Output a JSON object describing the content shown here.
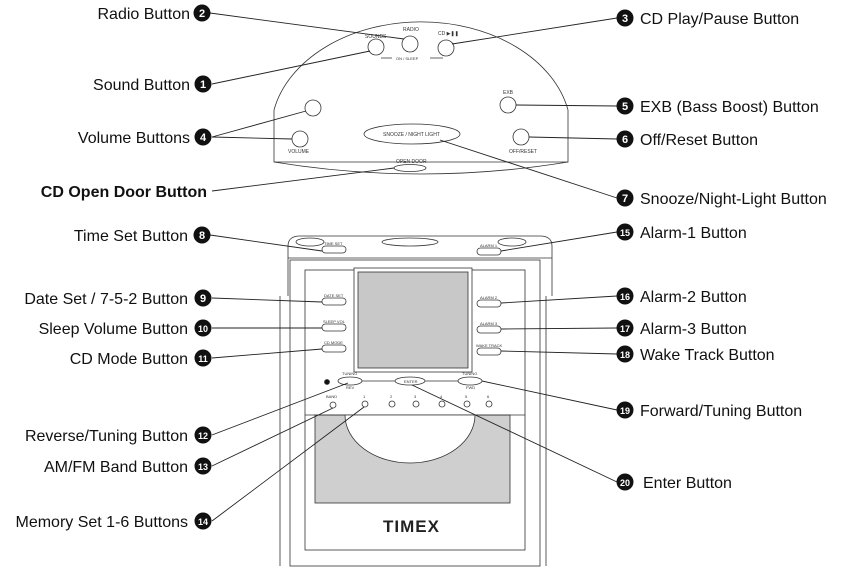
{
  "callouts": [
    {
      "num": "2",
      "label": "Radio Button"
    },
    {
      "num": "1",
      "label": "Sound Button"
    },
    {
      "num": "4",
      "label": "Volume Buttons"
    },
    {
      "num": "",
      "label": "CD Open Door Button"
    },
    {
      "num": "3",
      "label": "CD Play/Pause Button"
    },
    {
      "num": "5",
      "label": "EXB (Bass Boost) Button"
    },
    {
      "num": "6",
      "label": "Off/Reset Button"
    },
    {
      "num": "7",
      "label": "Snooze/Night-Light Button"
    },
    {
      "num": "8",
      "label": "Time Set Button"
    },
    {
      "num": "9",
      "label": "Date Set / 7-5-2 Button"
    },
    {
      "num": "10",
      "label": "Sleep Volume Button"
    },
    {
      "num": "11",
      "label": "CD Mode Button"
    },
    {
      "num": "12",
      "label": "Reverse/Tuning Button"
    },
    {
      "num": "13",
      "label": "AM/FM Band Button"
    },
    {
      "num": "14",
      "label": "Memory Set 1-6 Buttons"
    },
    {
      "num": "15",
      "label": "Alarm-1 Button"
    },
    {
      "num": "16",
      "label": "Alarm-2 Button"
    },
    {
      "num": "17",
      "label": "Alarm-3 Button"
    },
    {
      "num": "18",
      "label": "Wake Track Button"
    },
    {
      "num": "19",
      "label": "Forward/Tuning Button"
    },
    {
      "num": "20",
      "label": "Enter Button"
    }
  ],
  "device_labels": {
    "radio": "RADIO",
    "sounds": "SOUNDS",
    "cd": "CD ▶❚❚",
    "on_sleep": "ON / SLEEP",
    "exb": "EXB",
    "volume": "VOLUME",
    "snooze": "SNOOZE / NIGHT LIGHT",
    "off_reset": "OFF/RESET",
    "open_door": "OPEN DOOR",
    "time_set": "TIME SET",
    "date_set": "DATE SET",
    "sleep_vol": "SLEEP VOL",
    "cd_mode": "CD MODE",
    "alarm1": "ALARM 1",
    "alarm2": "ALARM 2",
    "alarm3": "ALARM 3",
    "wake_track": "WAKE TRACK",
    "tuning_left": "TUNING",
    "rev": "REV",
    "enter": "ENTER",
    "tuning_right": "TUNING",
    "fwd": "FWD",
    "band": "BAND",
    "presets": [
      "1",
      "2",
      "3",
      "4",
      "5",
      "6"
    ]
  },
  "brand": "TIMEX"
}
